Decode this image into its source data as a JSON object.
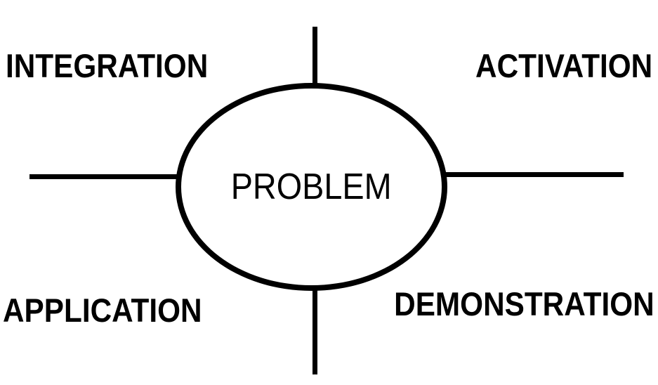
{
  "diagram": {
    "center_label": "PROBLEM",
    "labels": [
      {
        "text": "INTEGRATION",
        "position": "top-left"
      },
      {
        "text": "ACTIVATION",
        "position": "top-right"
      },
      {
        "text": "APPLICATION",
        "position": "bottom-left"
      },
      {
        "text": "DEMONSTRATION",
        "position": "bottom-right"
      }
    ],
    "colors": {
      "foreground": "#000000",
      "background": "#ffffff"
    }
  }
}
